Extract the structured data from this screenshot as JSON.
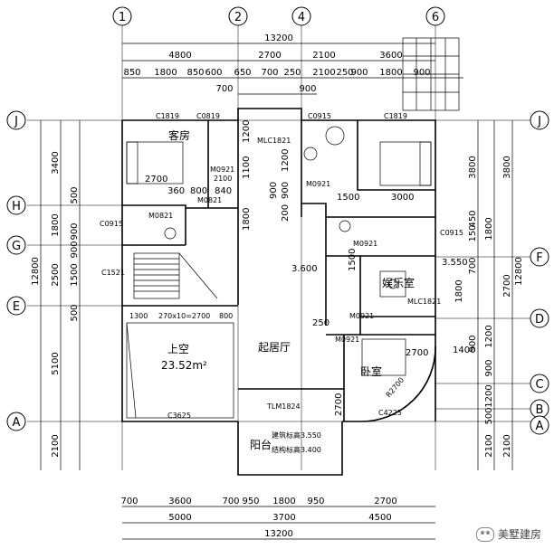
{
  "grid_top": [
    "1",
    "2",
    "4",
    "6"
  ],
  "grid_left": [
    "J",
    "H",
    "G",
    "E",
    "A"
  ],
  "grid_right": [
    "J",
    "F",
    "D",
    "C",
    "B",
    "A"
  ],
  "dims": {
    "top_total": "13200",
    "top_mid": [
      "4800",
      "2700",
      "2100",
      "3600"
    ],
    "top_fine": [
      "850",
      "1800",
      "850",
      "600",
      "650",
      "700",
      "250",
      "2100",
      "250",
      "900",
      "1800",
      "900"
    ],
    "top_sub": [
      "700",
      "900"
    ],
    "bottom_fine": [
      "700",
      "3600",
      "700",
      "950",
      "1800",
      "950",
      "2700"
    ],
    "bottom_mid": [
      "5000",
      "3700",
      "4500"
    ],
    "bottom_total": "13200",
    "left_total": "12800",
    "left_mid": [
      "3400",
      "1800",
      "2500",
      "5100",
      "2100"
    ],
    "left_fine": [
      "500",
      "900",
      "900",
      "1500",
      "500"
    ],
    "right_total": "12800",
    "right_mid": [
      "3800",
      "2700",
      "2100"
    ],
    "right_fine": [
      "3800",
      "1800",
      "450",
      "150",
      "700",
      "1800",
      "1200",
      "900",
      "1200",
      "900",
      "500",
      "2100"
    ]
  },
  "rooms": {
    "guest": "客房",
    "living": "起居厅",
    "void": "上空",
    "void_area": "23.52m²",
    "entertainment": "娱乐室",
    "bedroom": "卧室",
    "balcony": "阳台"
  },
  "labels": {
    "c1819_a": "C1819",
    "c0819": "C0819",
    "mlc1821_a": "MLC1821",
    "c0915_a": "C0915",
    "c1819_b": "C1819",
    "m0921_a": "M0921",
    "d2100": "2100",
    "d360": "360",
    "d800": "800",
    "d840": "840",
    "m0821": "M0821",
    "m0821_b": "M0821",
    "c0915_b": "C0915",
    "c0915_c": "C0915",
    "c1521": "C1521",
    "stair": "270x10=2700",
    "d1300": "1300",
    "d800b": "800",
    "level_a": "3.600",
    "level_b": "3.550",
    "mlc1821_b": "MLC1821",
    "m0921_b": "M0921",
    "m0921_c": "M0921",
    "m0921_d": "M0921",
    "m0921_e": "M0921",
    "c3625": "C3625",
    "tlm1824": "TLM1824",
    "c4225": "C4225",
    "r2700": "R2700",
    "d1500": "1500",
    "d3000": "3000",
    "d2700": "2700",
    "d1200": "1200",
    "d900": "900",
    "d1100": "1100",
    "d1200b": "1200",
    "d250": "250",
    "d1400": "1400",
    "d2700b": "2700",
    "d2700c": "2700",
    "d1500b": "1500",
    "d1800": "1800",
    "d200": "200",
    "d900b": "900"
  },
  "balcony_notes": [
    "建筑标高3.550",
    "结构标高3.400"
  ],
  "watermark": "美墅建房"
}
